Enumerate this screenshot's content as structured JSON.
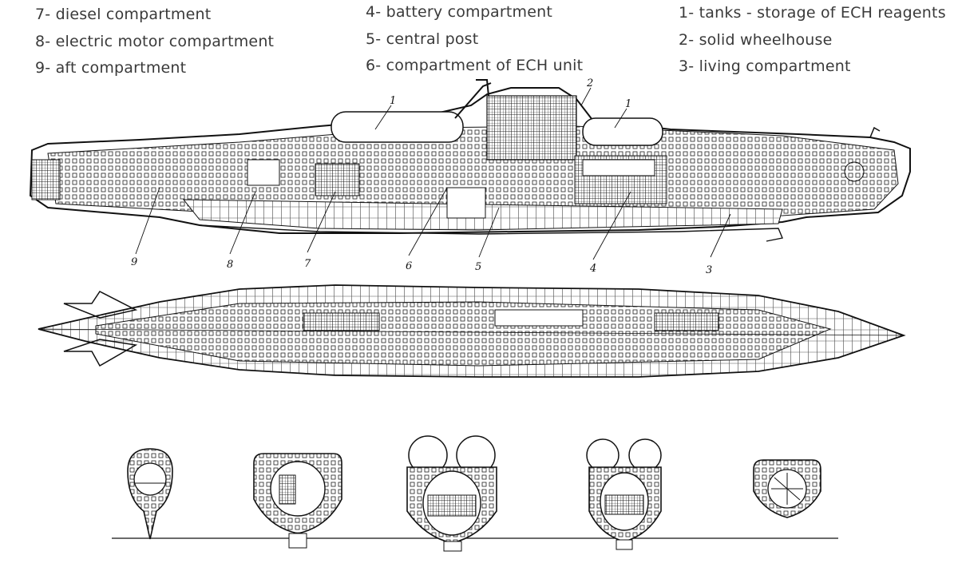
{
  "legend": {
    "left": [
      "7- diesel compartment",
      "8- electric motor compartment",
      "9- aft compartment"
    ],
    "middle": [
      "4- battery compartment",
      "5- central post",
      "6- compartment of ECH unit"
    ],
    "right": [
      "1- tanks - storage of ECH reagents",
      "2- solid wheelhouse",
      "3- living compartment"
    ]
  },
  "callouts": {
    "n1a": "1",
    "n1b": "1",
    "n2": "2",
    "n3": "3",
    "n4": "4",
    "n5": "5",
    "n6": "6",
    "n7": "7",
    "n8": "8",
    "n9": "9"
  }
}
